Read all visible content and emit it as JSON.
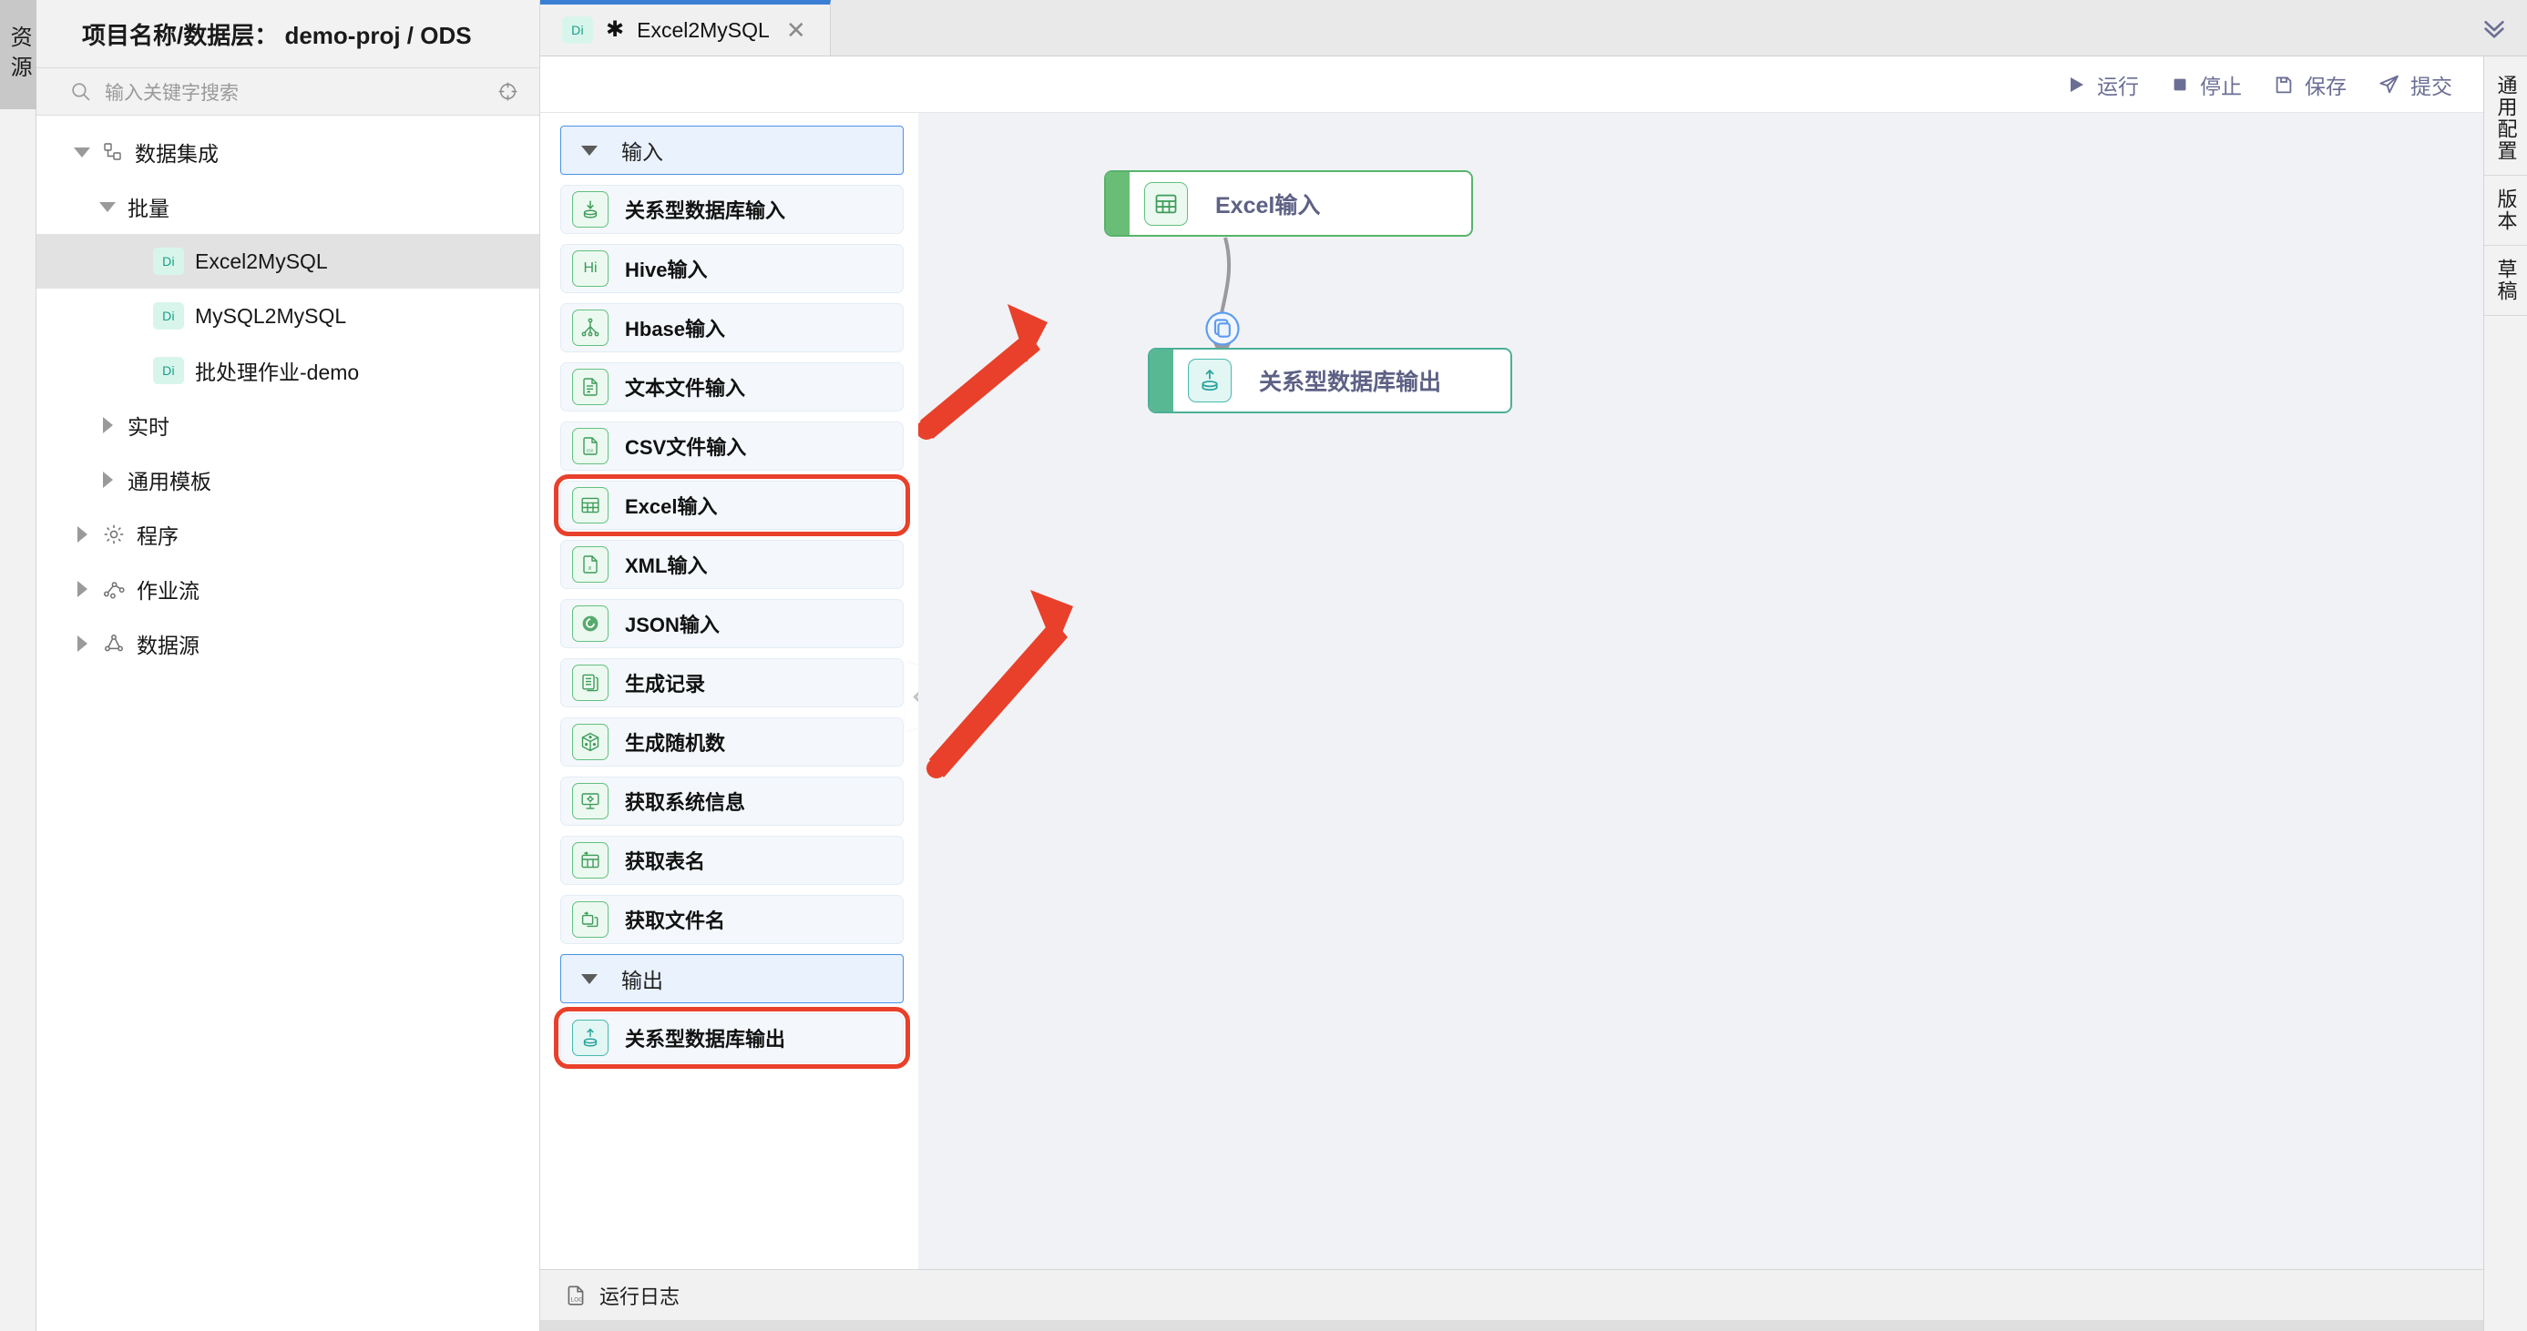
{
  "left_rail": {
    "tab_label": "资 源"
  },
  "sidebar": {
    "title": "项目名称/数据层： demo-proj / ODS",
    "search": {
      "placeholder": "输入关键字搜索",
      "search_icon": "search-icon",
      "locate_icon": "crosshair-icon"
    },
    "tree": [
      {
        "label": "数据集成",
        "indent": 0,
        "caret": "down",
        "icon": "sitemap-icon",
        "badge": "",
        "selected": false
      },
      {
        "label": "批量",
        "indent": 1,
        "caret": "down",
        "icon": "",
        "badge": "",
        "selected": false
      },
      {
        "label": "Excel2MySQL",
        "indent": 2,
        "caret": "none",
        "icon": "",
        "badge": "Di",
        "selected": true
      },
      {
        "label": "MySQL2MySQL",
        "indent": 2,
        "caret": "none",
        "icon": "",
        "badge": "Di",
        "selected": false
      },
      {
        "label": "批处理作业-demo",
        "indent": 2,
        "caret": "none",
        "icon": "",
        "badge": "Di",
        "selected": false
      },
      {
        "label": "实时",
        "indent": 1,
        "caret": "right",
        "icon": "",
        "badge": "",
        "selected": false
      },
      {
        "label": "通用模板",
        "indent": 1,
        "caret": "right",
        "icon": "",
        "badge": "",
        "selected": false
      },
      {
        "label": "程序",
        "indent": 0,
        "caret": "right",
        "icon": "gear-icon",
        "badge": "",
        "selected": false
      },
      {
        "label": "作业流",
        "indent": 0,
        "caret": "right",
        "icon": "workflow-icon",
        "badge": "",
        "selected": false
      },
      {
        "label": "数据源",
        "indent": 0,
        "caret": "right",
        "icon": "datasource-icon",
        "badge": "",
        "selected": false
      }
    ]
  },
  "tabbar": {
    "tab": {
      "badge": "Di",
      "dirty_marker": "✱",
      "title": "Excel2MySQL",
      "close_icon": "close-icon"
    },
    "collapse_icon": "double-chevron-down-icon",
    "active_accent": "#3b7fd4"
  },
  "toolbar": {
    "buttons": [
      {
        "label": "运行",
        "icon": "play-icon"
      },
      {
        "label": "停止",
        "icon": "stop-icon"
      },
      {
        "label": "保存",
        "icon": "save-icon"
      },
      {
        "label": "提交",
        "icon": "send-icon"
      }
    ],
    "color": "#6b6e94"
  },
  "palette": {
    "collapse_icon": "chevron-left-icon",
    "groups": [
      {
        "type": "section",
        "label": "输入",
        "caret": "down"
      },
      {
        "type": "item",
        "label": "关系型数据库输入",
        "icon": "database-down-icon",
        "tone": "green",
        "highlighted": false
      },
      {
        "type": "item",
        "label": "Hive输入",
        "icon": "hive-icon",
        "icon_text": "Hi",
        "tone": "green",
        "highlighted": false
      },
      {
        "type": "item",
        "label": "Hbase输入",
        "icon": "hbase-icon",
        "tone": "green",
        "highlighted": false
      },
      {
        "type": "item",
        "label": "文本文件输入",
        "icon": "text-file-icon",
        "tone": "green",
        "highlighted": false
      },
      {
        "type": "item",
        "label": "CSV文件输入",
        "icon": "csv-file-icon",
        "icon_text": "csv",
        "tone": "green",
        "highlighted": false
      },
      {
        "type": "item",
        "label": "Excel输入",
        "icon": "table-grid-icon",
        "tone": "green",
        "highlighted": true
      },
      {
        "type": "item",
        "label": "XML输入",
        "icon": "xml-file-icon",
        "icon_text": "x",
        "tone": "green",
        "highlighted": false
      },
      {
        "type": "item",
        "label": "JSON输入",
        "icon": "json-icon",
        "tone": "green",
        "highlighted": false
      },
      {
        "type": "item",
        "label": "生成记录",
        "icon": "records-icon",
        "tone": "green",
        "highlighted": false
      },
      {
        "type": "item",
        "label": "生成随机数",
        "icon": "dice-icon",
        "tone": "green",
        "highlighted": false
      },
      {
        "type": "item",
        "label": "获取系统信息",
        "icon": "monitor-gear-icon",
        "tone": "green",
        "highlighted": false
      },
      {
        "type": "item",
        "label": "获取表名",
        "icon": "table-name-icon",
        "tone": "green",
        "highlighted": false
      },
      {
        "type": "item",
        "label": "获取文件名",
        "icon": "file-name-icon",
        "tone": "green",
        "highlighted": false
      },
      {
        "type": "section",
        "label": "输出",
        "caret": "down"
      },
      {
        "type": "item",
        "label": "关系型数据库输出",
        "icon": "database-up-icon",
        "tone": "teal",
        "highlighted": true
      }
    ]
  },
  "canvas": {
    "nodes": [
      {
        "id": "node-excel",
        "label": "Excel输入",
        "icon": "table-grid-icon",
        "tone": "green"
      },
      {
        "id": "node-db",
        "label": "关系型数据库输出",
        "icon": "database-up-icon",
        "tone": "teal"
      }
    ],
    "edge": {
      "badge_icon": "copy-rows-icon",
      "arrow": "arrow-down"
    },
    "annotations": [
      {
        "name": "annotation-arrow-upper",
        "color": "#e8402a",
        "points_to": "Excel输入 palette item"
      },
      {
        "name": "annotation-arrow-lower",
        "color": "#e8402a",
        "points_to": "关系型数据库输出 palette item"
      }
    ]
  },
  "right_rail": {
    "tabs": [
      {
        "label": "通用配置"
      },
      {
        "label": "版本"
      },
      {
        "label": "草稿"
      }
    ]
  },
  "statusbar": {
    "label": "运行日志",
    "icon": "log-file-icon"
  }
}
